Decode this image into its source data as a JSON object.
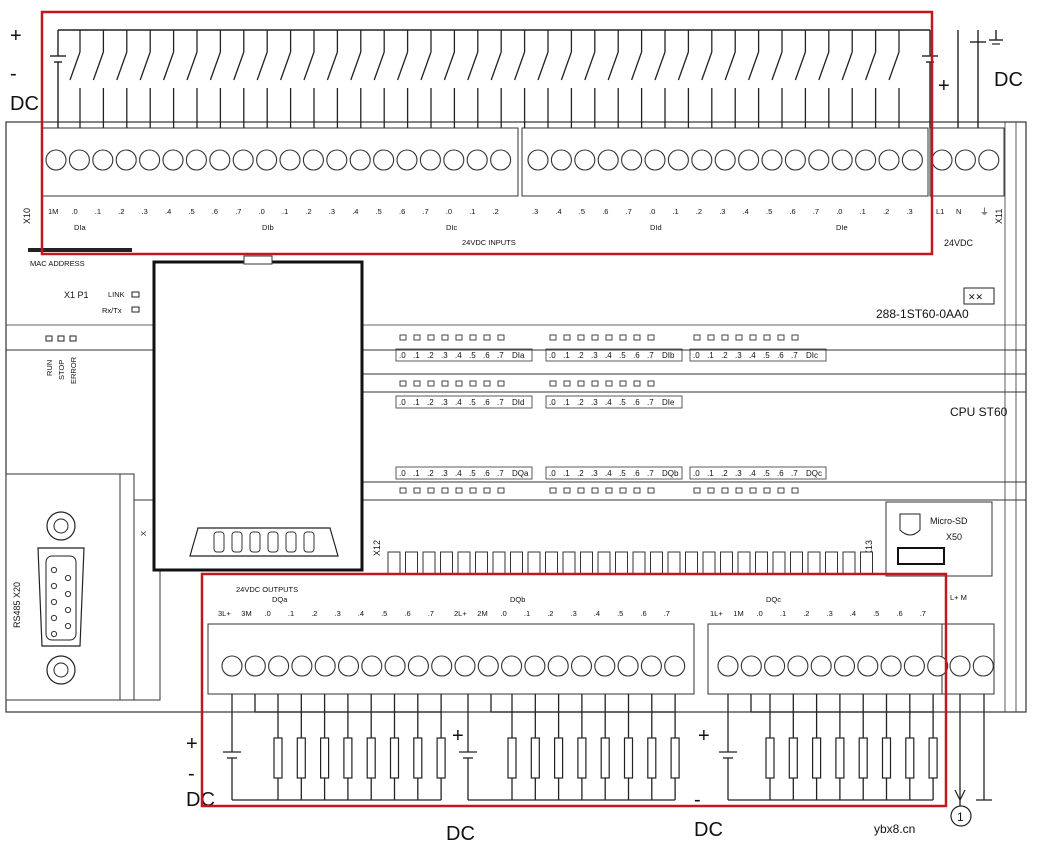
{
  "top": {
    "plus_left": "+",
    "minus_left": "-",
    "dc_left": "DC",
    "dc_right": "DC",
    "plus_right": "+",
    "x10": "X10",
    "x11": "X11",
    "inputs_title": "24VDC INPUTS",
    "supply_label": "24VDC",
    "input_terminals": [
      "1M",
      ".0",
      ".1",
      ".2",
      ".3",
      ".4",
      ".5",
      ".6",
      ".7",
      ".0",
      ".1",
      ".2",
      ".3",
      ".4",
      ".5",
      ".6",
      ".7",
      ".0",
      ".1",
      ".2",
      ".3",
      ".4",
      ".5",
      ".6",
      ".7",
      ".0",
      ".1",
      ".2",
      ".3",
      ".4",
      ".5",
      ".6",
      ".7",
      ".0",
      ".1",
      ".2",
      ".3"
    ],
    "group_labels": [
      "DIa",
      "DIb",
      "DIc",
      "DId",
      "DIe"
    ],
    "supply_terminals": [
      "L1",
      "N"
    ]
  },
  "panel": {
    "mac_address": "MAC ADDRESS",
    "x1_p1": "X1 P1",
    "link": "LINK",
    "rx_tx": "Rx/Tx",
    "order_code": "288-1ST60-0AA0",
    "cpu_name": "CPU ST60",
    "status_leds": [
      "RUN",
      "STOP",
      "ERROR"
    ],
    "rs485": "RS485 X20",
    "x12": "X12",
    "x13": "X13",
    "microsd": "Micro-SD",
    "x50": "X50",
    "di_led_rows": [
      [
        "DIa",
        "DIb",
        "DIc"
      ],
      [
        "DId",
        "DIe"
      ]
    ],
    "dq_led_row": [
      "DQa",
      "DQb",
      "DQc"
    ],
    "led_digits": [
      ".0",
      ".1",
      ".2",
      ".3",
      ".4",
      ".5",
      ".6",
      ".7"
    ]
  },
  "bottom": {
    "outputs_title": "24VDC OUTPUTS",
    "group_labels": [
      "DQa",
      "DQb",
      "DQc"
    ],
    "group_a_terminals": [
      "3L+",
      "3M",
      ".0",
      ".1",
      ".2",
      ".3",
      ".4",
      ".5",
      ".6",
      ".7"
    ],
    "group_b_terminals": [
      "2L+",
      "2M",
      ".0",
      ".1",
      ".2",
      ".3",
      ".4",
      ".5",
      ".6",
      ".7"
    ],
    "group_c_terminals": [
      "1L+",
      "1M",
      ".0",
      ".1",
      ".2",
      ".3",
      ".4",
      ".5",
      ".6",
      ".7"
    ],
    "sensor_label": "L+ M",
    "plus": "+",
    "minus": "-",
    "dc_1": "DC",
    "dc_2": "DC",
    "dc_3": "DC",
    "note": "1"
  },
  "watermark": "ybx8.cn",
  "colors": {
    "highlight": "#c0181e",
    "line": "#222222"
  }
}
